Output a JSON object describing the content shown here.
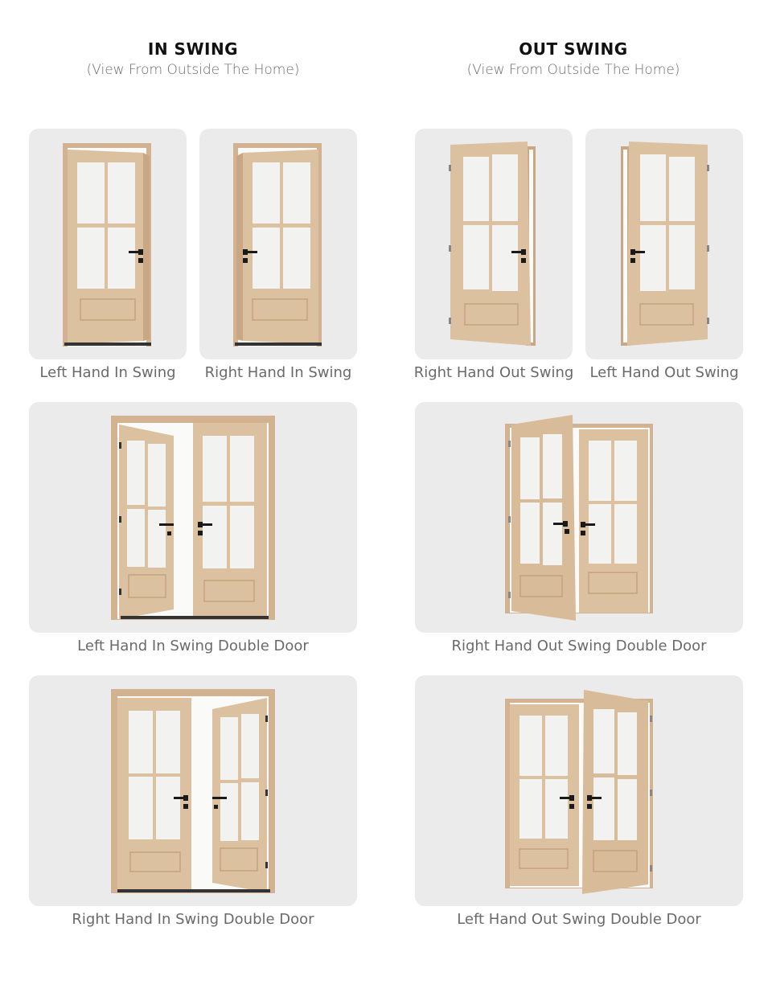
{
  "columns": [
    {
      "title": "IN SWING",
      "subtitle": "(View From Outside The Home)"
    },
    {
      "title": "OUT SWING",
      "subtitle": "(View From Outside The Home)"
    }
  ],
  "options": [
    {
      "label": "Left Hand In Swing",
      "type": "single",
      "swing": "in",
      "hand": "left"
    },
    {
      "label": "Right Hand In Swing",
      "type": "single",
      "swing": "in",
      "hand": "right"
    },
    {
      "label": "Right Hand Out Swing",
      "type": "single",
      "swing": "out",
      "hand": "right"
    },
    {
      "label": "Left Hand Out Swing",
      "type": "single",
      "swing": "out",
      "hand": "left"
    },
    {
      "label": "Left Hand In Swing Double Door",
      "type": "double",
      "swing": "in",
      "hand": "left"
    },
    {
      "label": "Right Hand Out Swing Double Door",
      "type": "double",
      "swing": "out",
      "hand": "right"
    },
    {
      "label": "Right Hand In Swing Double Door",
      "type": "double",
      "swing": "in",
      "hand": "right"
    },
    {
      "label": "Left Hand Out Swing Double Door",
      "type": "double",
      "swing": "out",
      "hand": "left"
    }
  ],
  "colors": {
    "card_bg": "#ebebeb",
    "wood": "#d9bd9c",
    "wood_dark": "#c7a582",
    "glass": "#f3f3f1",
    "hardware": "#1a1a1a"
  }
}
